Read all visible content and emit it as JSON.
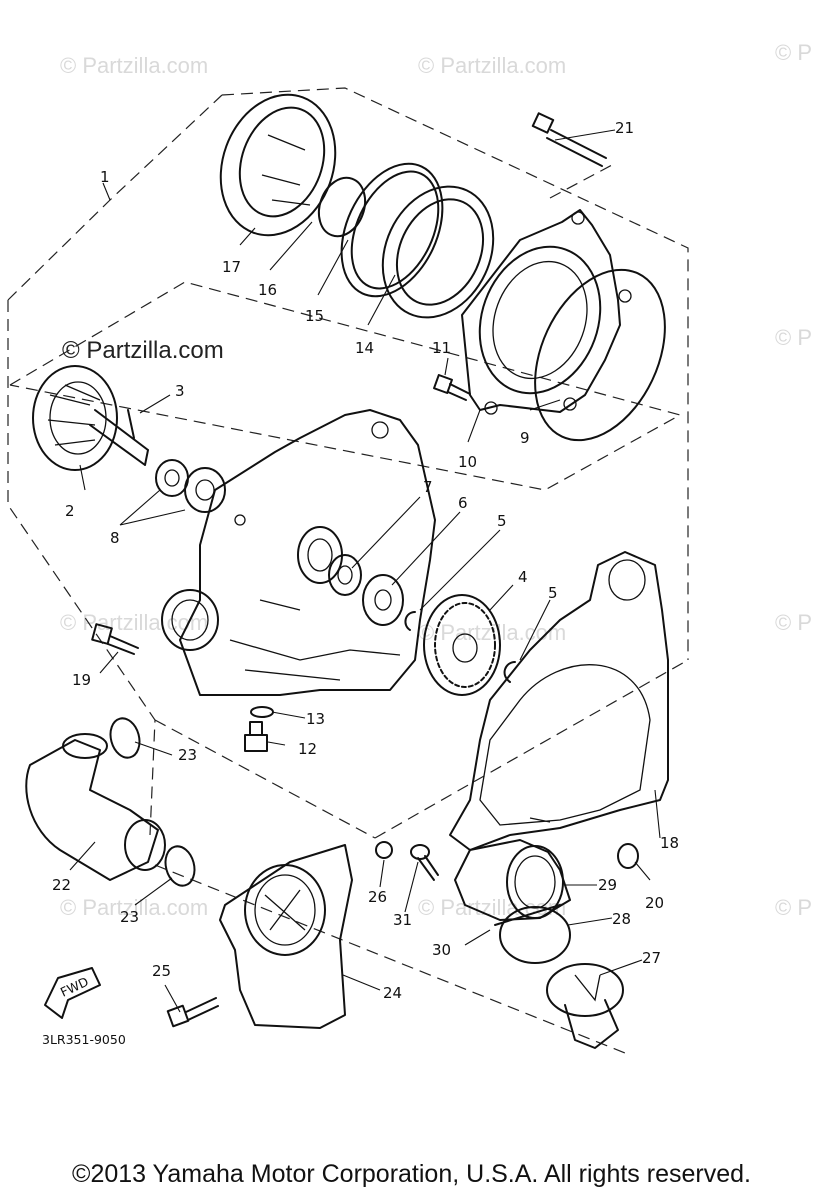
{
  "watermarks": {
    "top_left": "© Partzilla.com",
    "top_center": "© Partzilla.com",
    "top_right": "© P",
    "mid_right": "© P",
    "row3_left": "© Partzilla.com",
    "row3_center": "© Partzilla.com",
    "row3_right": "© P",
    "row4_left": "© Partzilla.com",
    "row4_center": "© Partzilla.com",
    "row4_right": "© P",
    "prominent": "© Partzilla.com"
  },
  "callouts": {
    "c1": "1",
    "c2": "2",
    "c3": "3",
    "c4": "4",
    "c5a": "5",
    "c5b": "5",
    "c6": "6",
    "c7": "7",
    "c8": "8",
    "c9": "9",
    "c10": "10",
    "c11": "11",
    "c12": "12",
    "c13": "13",
    "c14": "14",
    "c15": "15",
    "c16": "16",
    "c17": "17",
    "c18": "18",
    "c19": "19",
    "c20": "20",
    "c21": "21",
    "c22": "22",
    "c23a": "23",
    "c23b": "23",
    "c24": "24",
    "c25": "25",
    "c26": "26",
    "c27": "27",
    "c28": "28",
    "c29": "29",
    "c30": "30",
    "c31": "31"
  },
  "fwd_label": "FWD",
  "diagram_code": "3LR351-9050",
  "copyright": "©2013  Yamaha Motor Corporation, U.S.A. All rights reserved."
}
